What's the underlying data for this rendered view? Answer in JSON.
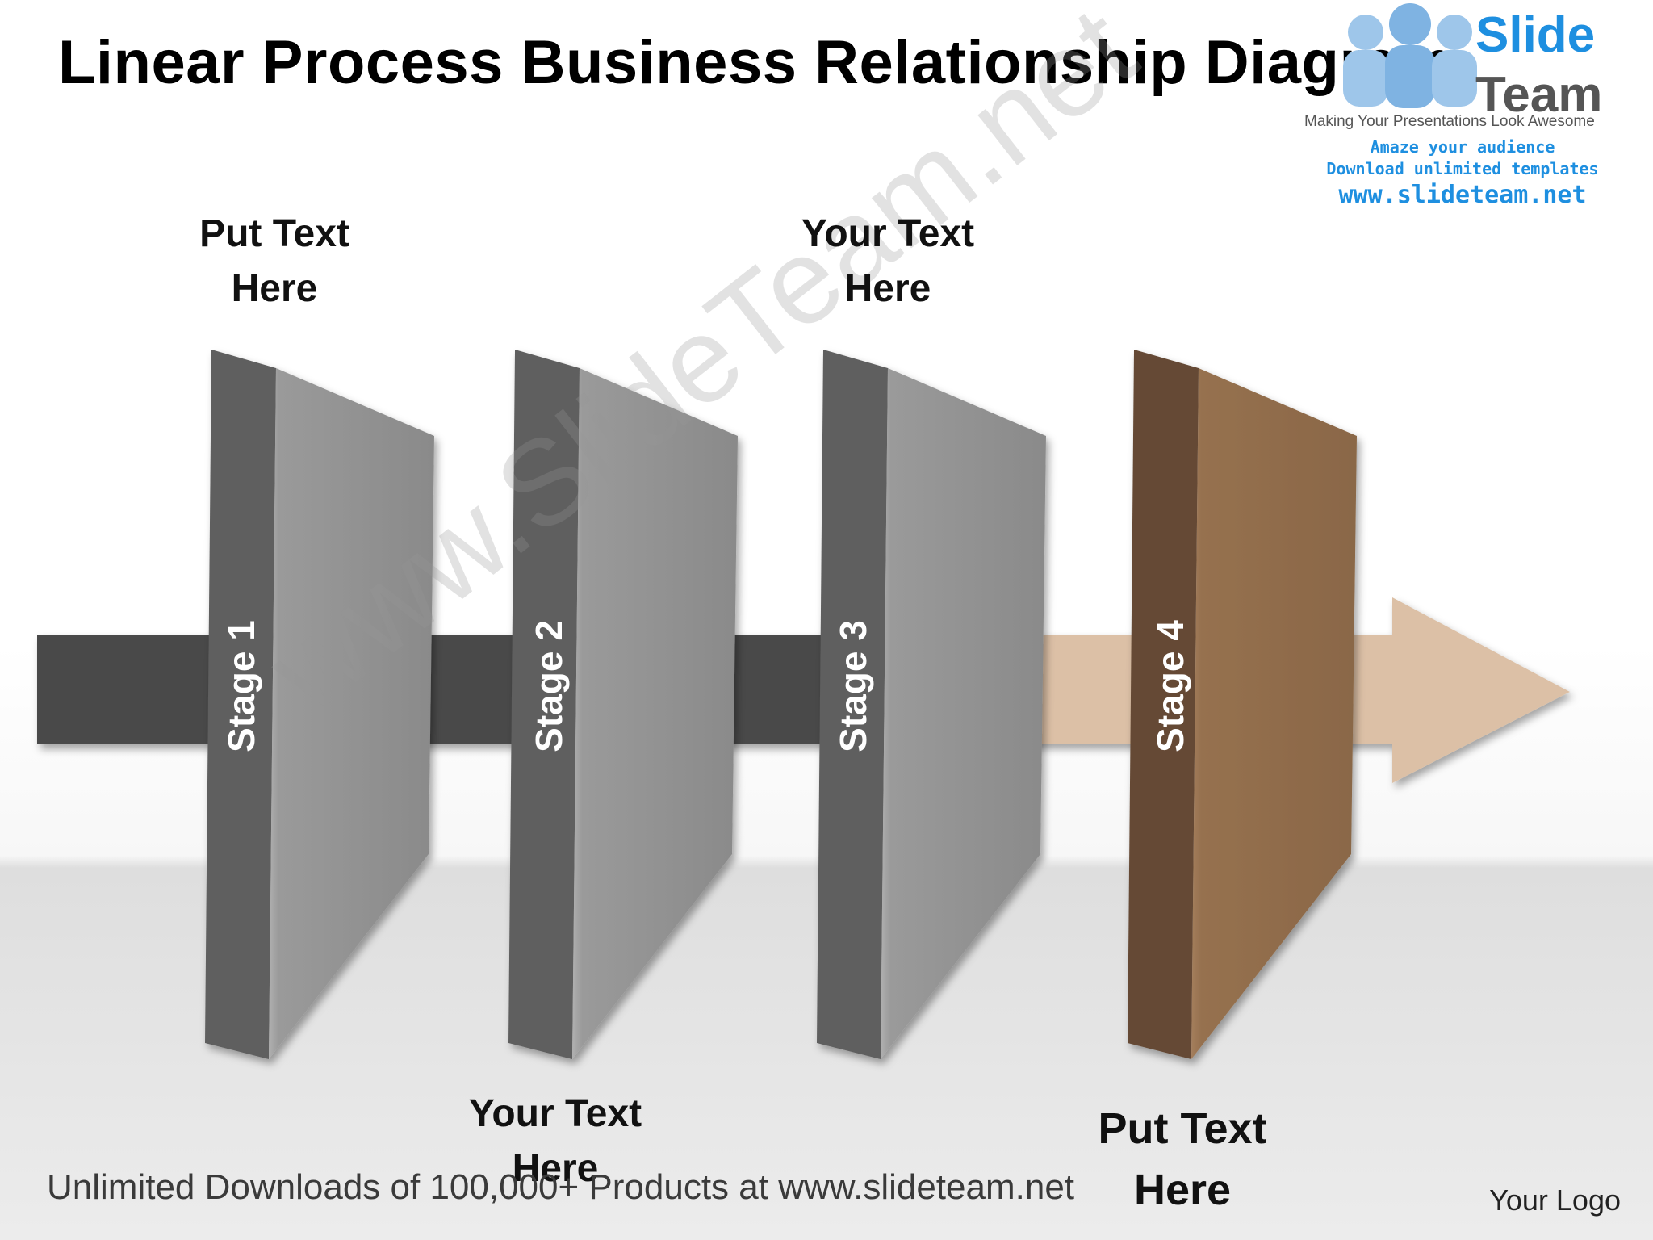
{
  "title": "Linear Process Business Relationship Diagram",
  "stages": [
    {
      "label": "Stage 1",
      "highlight": false
    },
    {
      "label": "Stage 2",
      "highlight": false
    },
    {
      "label": "Stage 3",
      "highlight": false
    },
    {
      "label": "Stage 4",
      "highlight": true
    }
  ],
  "callouts": {
    "top_1": {
      "line1": "Put Text",
      "line2": "Here"
    },
    "top_3": {
      "line1": "Your Text",
      "line2": "Here"
    },
    "bottom_2": {
      "line1": "Your Text",
      "line2": "Here"
    },
    "bottom_4": {
      "line1": "Put Text",
      "line2": "Here"
    }
  },
  "colors": {
    "panel_gray": "#8f8f8f",
    "panel_gray_side": "#5e5e5e",
    "panel_brown": "#8c6a4c",
    "panel_brown_side": "#654a35",
    "bar_dark": "#4a4a4a",
    "bar_light": "#dcc0a6"
  },
  "footer": "Unlimited Downloads of 100,000+ Products at www.slideteam.net",
  "logo_placeholder": "Your Logo",
  "brand": {
    "name_line1": "Slide",
    "name_line2": "Team",
    "tagline": "Making Your Presentations Look Awesome",
    "promo_line1": "Amaze your audience",
    "promo_line2": "Download unlimited templates",
    "url": "www.slideteam.net"
  },
  "watermark": "www.SlideTeam.net"
}
